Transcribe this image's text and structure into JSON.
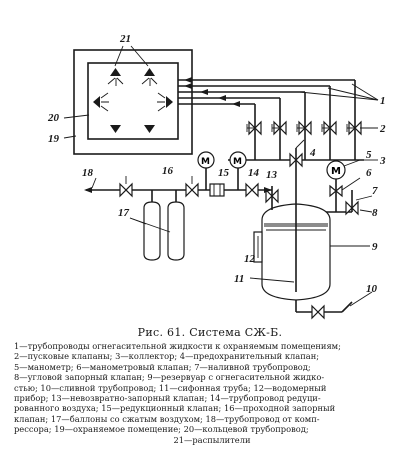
{
  "figure": {
    "labels": {
      "l1": "1",
      "l2": "2",
      "l3": "3",
      "l4": "4",
      "l5": "5",
      "l6": "6",
      "l7": "7",
      "l8": "8",
      "l9": "9",
      "l10": "10",
      "l11": "11",
      "l12": "12",
      "l13": "13",
      "l14": "14",
      "l15": "15",
      "l16": "16",
      "l17": "17",
      "l18": "18",
      "l19": "19",
      "l20": "20",
      "l21": "21"
    },
    "gauge_symbol": "M"
  },
  "caption": {
    "title": "Рис. 61. Система СЖ-Б.",
    "lines": [
      "1—трубопроводы огнегасительной жидкости к охраняемым помещениям;",
      "2—пусковые клапаны; 3—коллектор; 4—предохранительный клапан;",
      "5—манометр; 6—манометровый клапан; 7—наливной трубопровод;",
      "8—угловой запорный клапан; 9—резервуар с огнегасительной жидко-",
      "стью; 10—сливной трубопровод; 11—сифонная труба; 12—водомерный",
      "прибор; 13—невозвратно-запорный клапан; 14—трубопровод редуци-",
      "рованного воздуха; 15—редукционный клапан; 16—проходной запорный",
      "клапан; 17—баллоны со сжатым воздухом; 18—трубопровод от комп-",
      "рессора; 19—охраняемое помещение; 20—кольцевой трубопровод;",
      "21—распылители"
    ]
  }
}
